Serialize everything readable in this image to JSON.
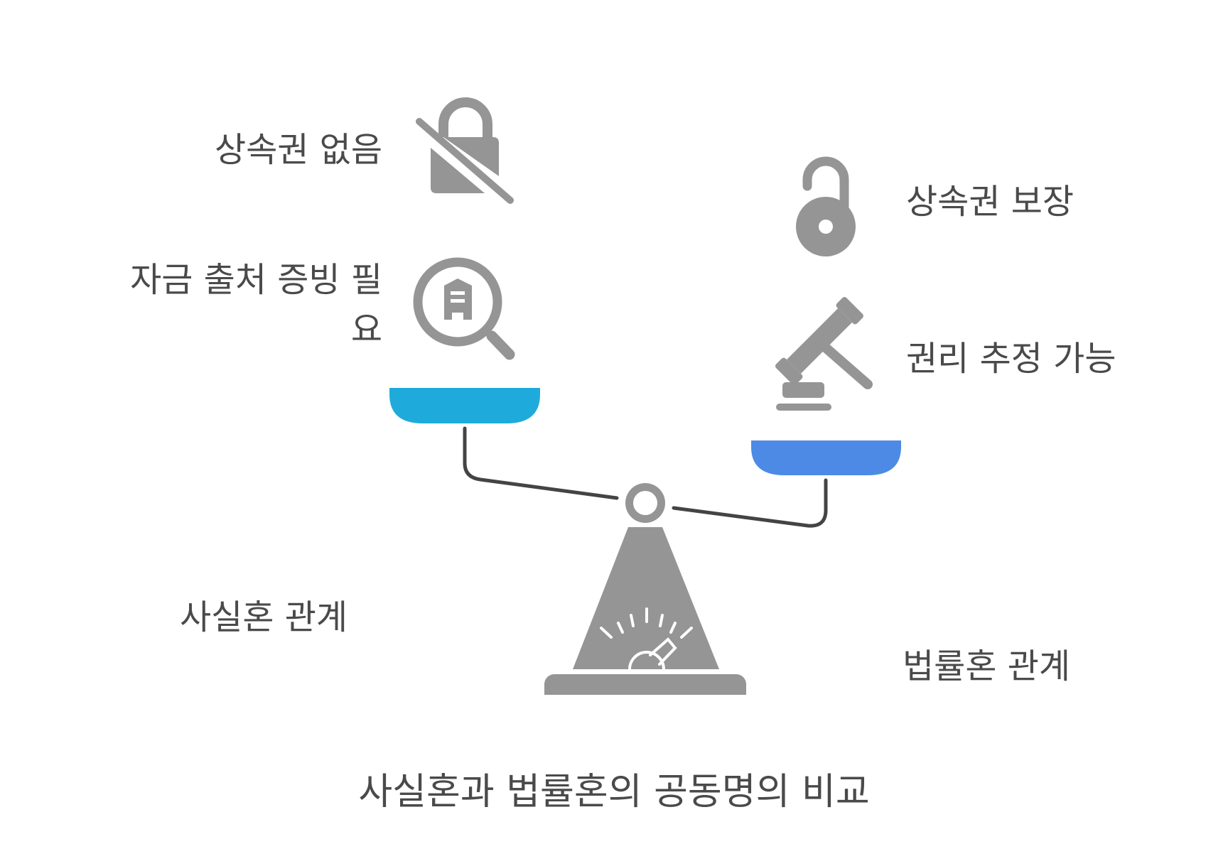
{
  "left_side": {
    "label": "사실혼 관계",
    "items": [
      {
        "text": "상속권 없음",
        "icon": "lock-slash-icon"
      },
      {
        "text_line1": "자금 출처 증빙 필",
        "text_line2": "요",
        "icon": "magnifier-document-icon"
      }
    ],
    "pan_color": "#1eabdb"
  },
  "right_side": {
    "label": "법률혼 관계",
    "items": [
      {
        "text": "상속권 보장",
        "icon": "unlocked-padlock-icon"
      },
      {
        "text": "권리 추정 가능",
        "icon": "gavel-icon"
      }
    ],
    "pan_color": "#4d8ae6"
  },
  "title": "사실혼과 법률혼의 공동명의 비교",
  "colors": {
    "icon_gray": "#959595",
    "beam": "#444444",
    "text": "#4a4a4a"
  }
}
